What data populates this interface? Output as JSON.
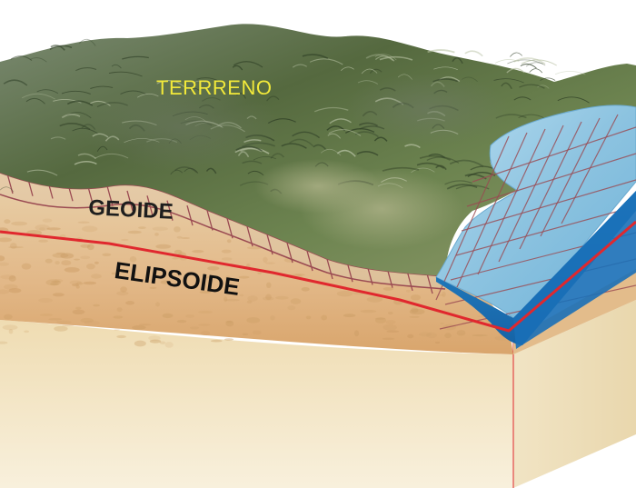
{
  "labels": {
    "terrain": "TERRRENO",
    "geoid": "GEOIDE",
    "ellipsoid": "ELIPSOIDE"
  },
  "colors": {
    "terrain_label": "#f2e93a",
    "geoid_label": "#1e1e1e",
    "ellipsoid_label": "#111111",
    "ellipsoid_line": "#e0282e",
    "geoid_grid": "#9a4a52",
    "ocean_top": "#8fc6e2",
    "ocean_deep": "#1f7fc4",
    "soil": "#e8c79a",
    "soil_dark": "#c99a62",
    "base": "#f3e7c8",
    "terrain_green": "#5d7449"
  }
}
